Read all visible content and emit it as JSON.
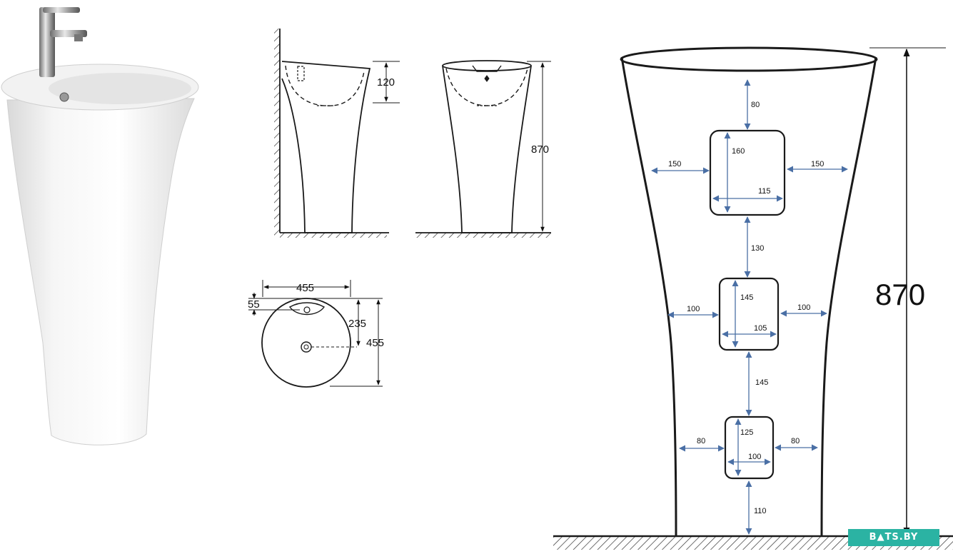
{
  "colors": {
    "line": "#1a1a1a",
    "arrow": "#4a6fa5",
    "watermark_bg": "#2bb3a3"
  },
  "side_view": {
    "dim_top": "120"
  },
  "front_view": {
    "dim_height": "870"
  },
  "top_view": {
    "dim_width": "455",
    "dim_tap_offset": "55",
    "dim_drain_offset": "235",
    "dim_depth": "455"
  },
  "detail_view": {
    "total_height": "870",
    "top_margin": "80",
    "opening_1": {
      "height": "160",
      "width": "115",
      "side_left": "150",
      "side_right": "150"
    },
    "gap_1": "130",
    "opening_2": {
      "height": "145",
      "width": "105",
      "side_left": "100",
      "side_right": "100"
    },
    "gap_2": "145",
    "opening_3": {
      "height": "125",
      "width": "100",
      "side_left": "80",
      "side_right": "80"
    },
    "bottom_margin": "110"
  },
  "watermark": {
    "text": "B▲TS.BY"
  }
}
